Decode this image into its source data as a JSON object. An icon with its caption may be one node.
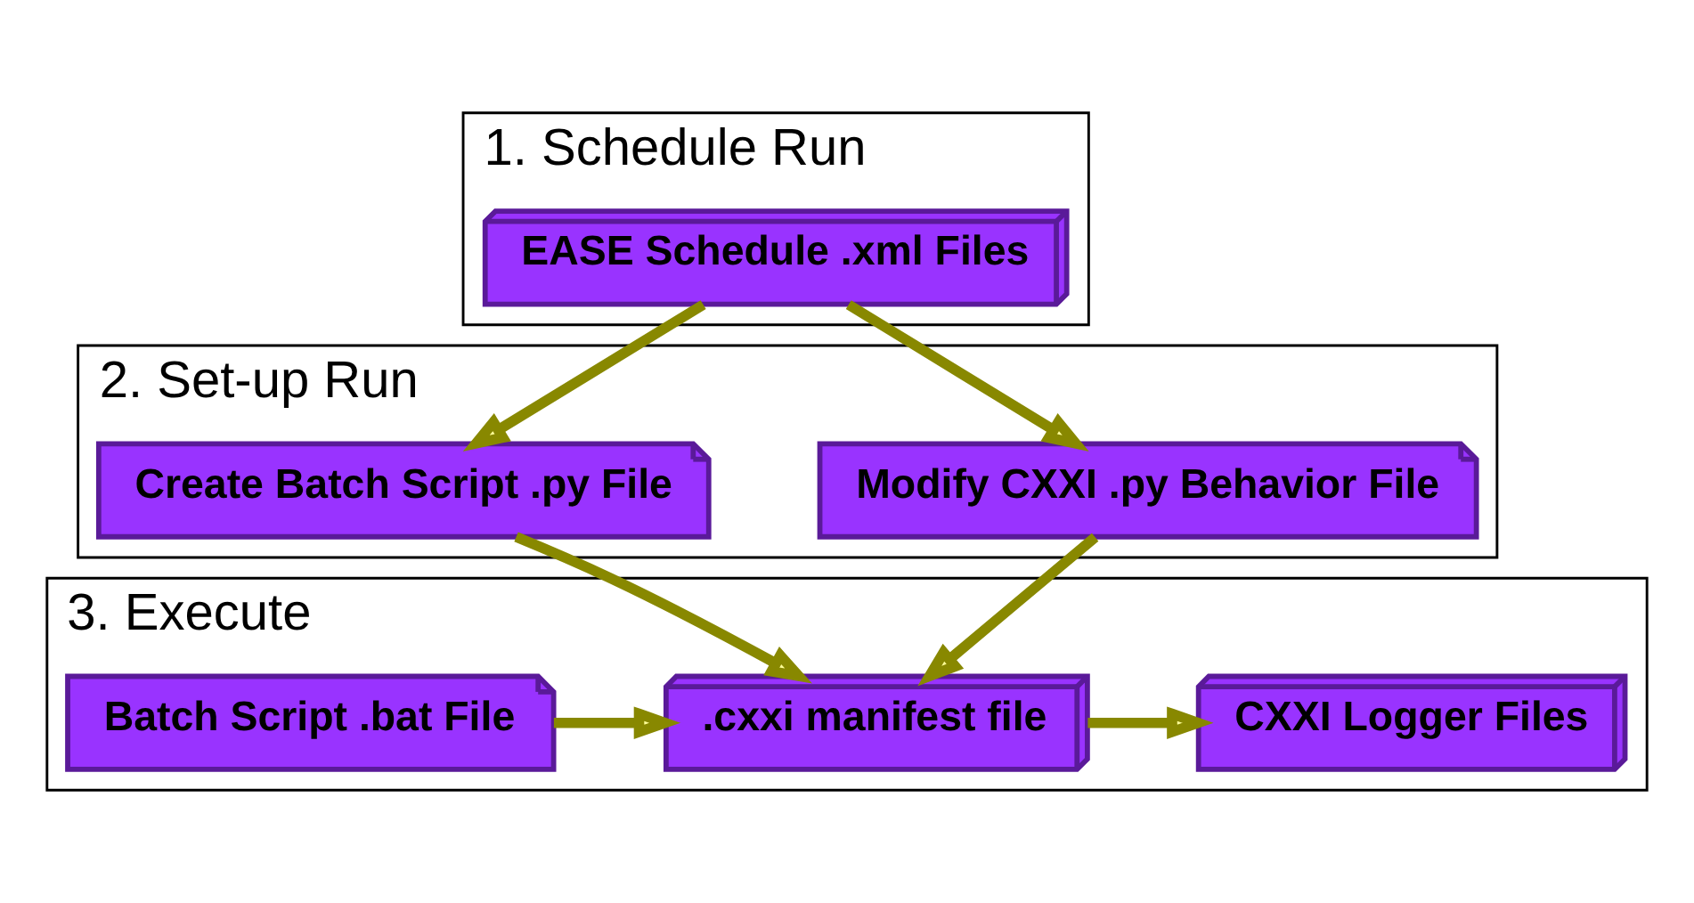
{
  "diagram": {
    "nodes": [
      {
        "text": [
          "1. Schedule Run"
        ]
      },
      {
        "text": [
          "EASE Schedule .xml Files"
        ],
        "in": 0
      },
      {
        "text": [
          "2. Set-up Run"
        ]
      },
      {
        "text": [
          "Modify CXXI .py Behavior File"
        ],
        "in": 2
      },
      {
        "text": [
          "Create Batch Script .py File"
        ],
        "in": 2
      },
      {
        "text": [
          "3. Execute"
        ]
      },
      {
        "text": [
          "Batch Script .bat File"
        ],
        "in": 5
      },
      {
        "text": [
          ".cxxi manifest file"
        ],
        "in": 5
      },
      {
        "text": [
          "CXXI Logger Files"
        ],
        "in": 5
      }
    ],
    "edges": [
      {
        "from": 1,
        "to": 3,
        "arrow": "to"
      },
      {
        "from": 1,
        "to": 4,
        "arrow": "to"
      },
      {
        "from": 3,
        "to": 7,
        "arrow": "to"
      },
      {
        "from": 4,
        "to": 7,
        "arrow": "to"
      },
      {
        "from": 6,
        "to": 7,
        "arrow": "to"
      },
      {
        "from": 7,
        "to": 8,
        "arrow": "to"
      }
    ]
  }
}
